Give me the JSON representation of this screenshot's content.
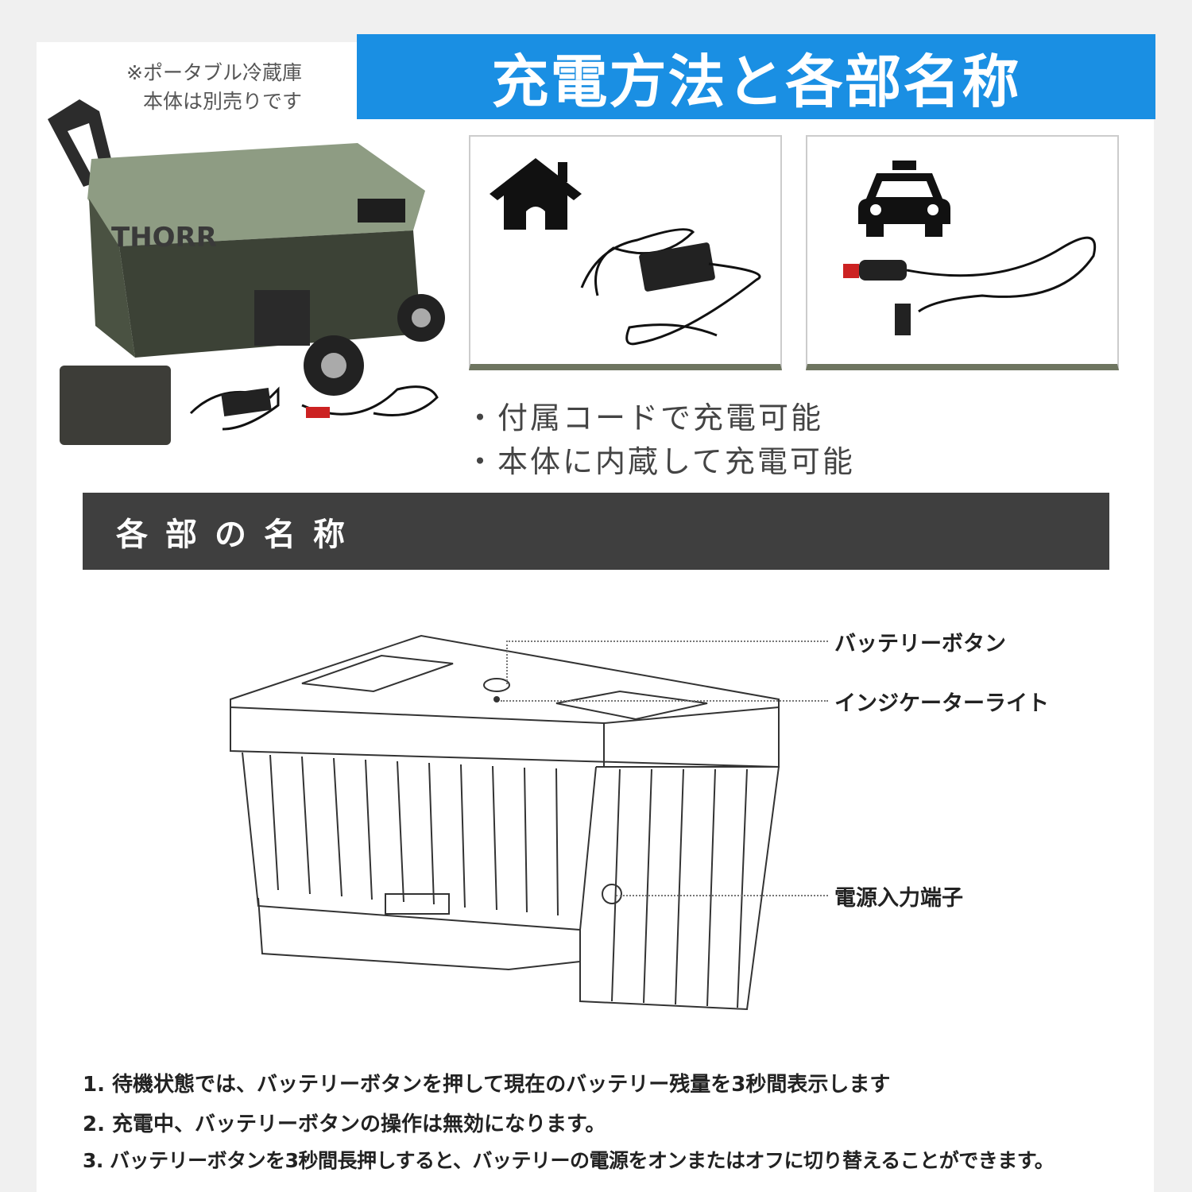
{
  "header": {
    "title": "充電方法と各部名称"
  },
  "note": {
    "line1": "※ポータブル冷蔵庫",
    "line2": "本体は別売りです"
  },
  "product": {
    "brand_logo": "THORR"
  },
  "charging": {
    "cards": [
      {
        "icon": "house-icon",
        "item": "ac-adapter"
      },
      {
        "icon": "car-icon",
        "item": "car-charger-cable"
      }
    ],
    "bullets": [
      "・付属コードで充電可能",
      "・本体に内蔵して充電可能"
    ]
  },
  "parts": {
    "section_title": "各部の名称",
    "labels": [
      "バッテリーボタン",
      "インジケーターライト",
      "電源入力端子"
    ]
  },
  "instructions": [
    "1. 待機状態では、バッテリーボタンを押して現在のバッテリー残量を3秒間表示します",
    "2. 充電中、バッテリーボタンの操作は無効になります。",
    "3. バッテリーボタンを3秒間長押しすると、バッテリーの電源をオンまたはオフに切り替えることができます。"
  ],
  "colors": {
    "banner": "#1a8fe3",
    "section_bar": "#3f3f3f",
    "card_accent": "#6e7560",
    "cooler_green": "#8e9c83"
  }
}
